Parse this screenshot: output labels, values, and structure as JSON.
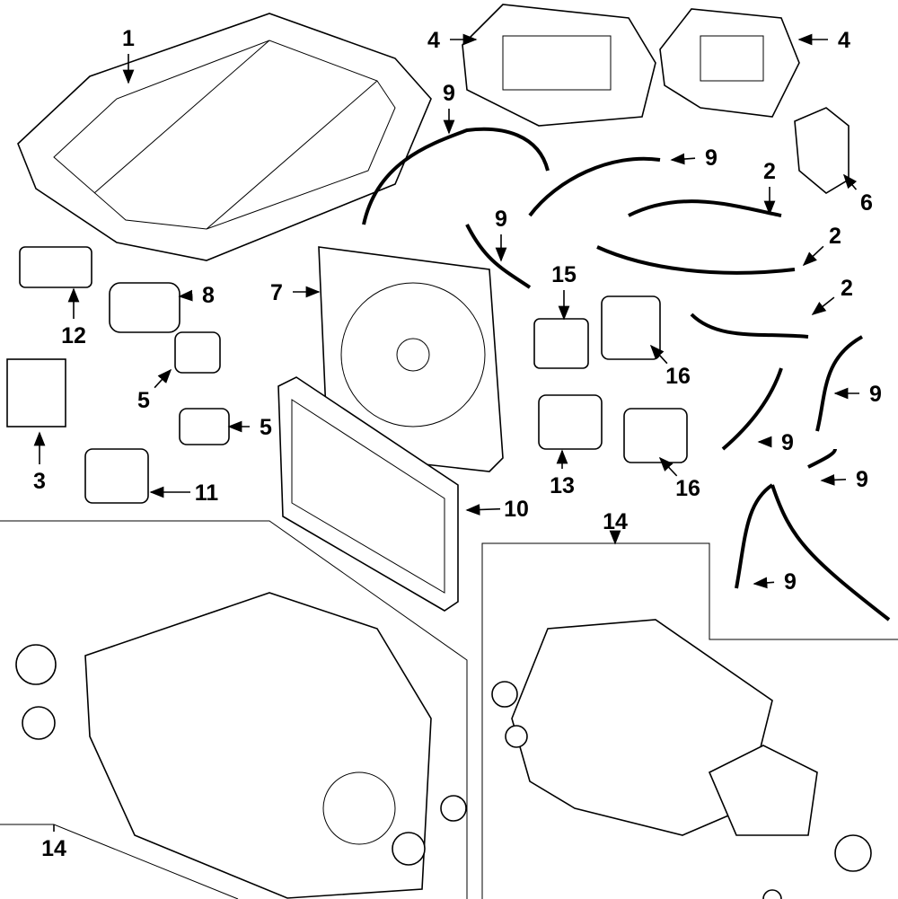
{
  "diagram": {
    "callouts": [
      "1",
      "4",
      "4",
      "9",
      "9",
      "2",
      "6",
      "2",
      "9",
      "7",
      "15",
      "8",
      "2",
      "12",
      "16",
      "5",
      "9",
      "5",
      "9",
      "3",
      "13",
      "16",
      "11",
      "9",
      "10",
      "14",
      "9",
      "14"
    ]
  },
  "colors": {
    "line": "#000000",
    "background": "#ffffff"
  }
}
